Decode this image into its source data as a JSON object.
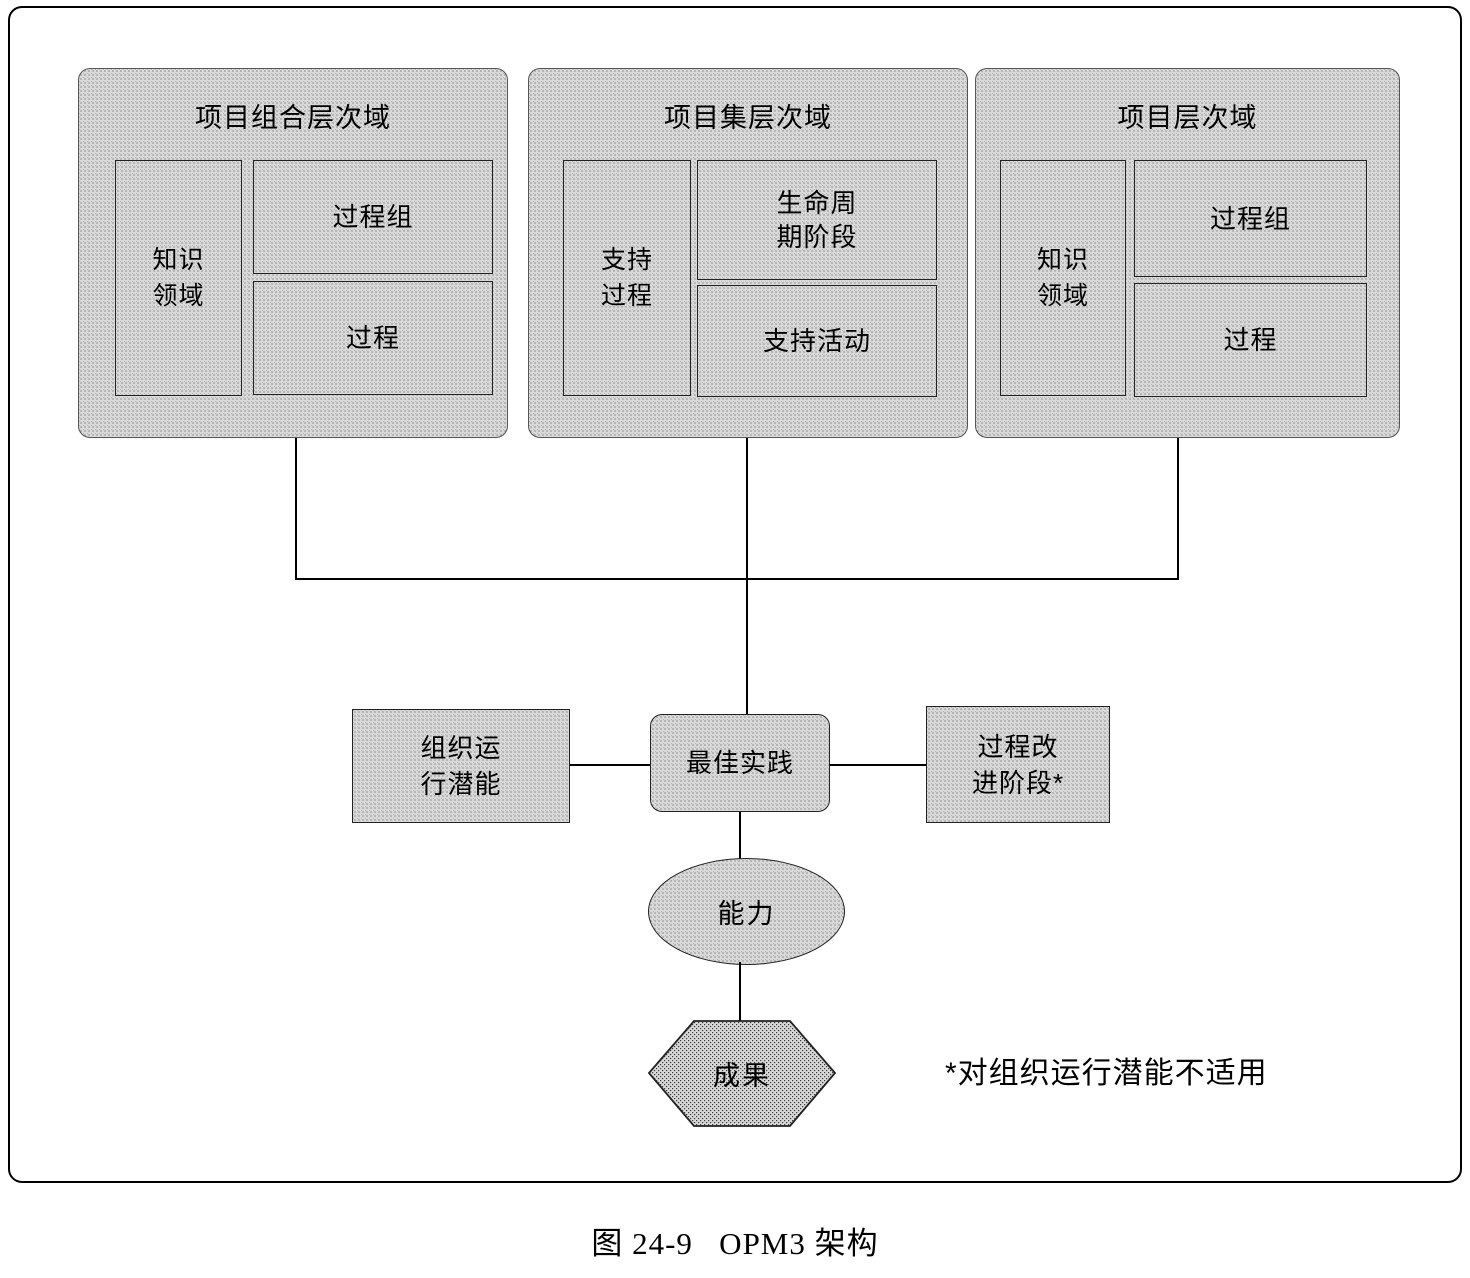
{
  "figure": {
    "caption": "图 24-9   OPM3 架构",
    "footnote": "*对组织运行潜能不适用"
  },
  "colors": {
    "frame_border": "#000000",
    "shape_border": "#222222",
    "shape_fill": "#d9d9d9",
    "connector": "#000000",
    "text": "#000000"
  },
  "domains": [
    {
      "title": "项目组合层次域",
      "left_box": "知识\n领域",
      "right_top_box": "过程组",
      "right_bottom_box": "过程"
    },
    {
      "title": "项目集层次域",
      "left_box": "支持\n过程",
      "right_top_box": "生命周\n期阶段",
      "right_bottom_box": "支持活动"
    },
    {
      "title": "项目层次域",
      "left_box": "知识\n领域",
      "right_top_box": "过程组",
      "right_bottom_box": "过程"
    }
  ],
  "flow": {
    "left_box": "组织运\n行潜能",
    "center_box": "最佳实践",
    "right_box": "过程改\n进阶段*",
    "ellipse": "能力",
    "hexagon": "成果"
  },
  "chart_data": {
    "type": "diagram",
    "title": "图 24-9   OPM3 架构",
    "nodes": [
      {
        "id": "portfolio-domain",
        "label": "项目组合层次域",
        "shape": "rounded-rect",
        "children": [
          "知识领域",
          "过程组",
          "过程"
        ]
      },
      {
        "id": "program-domain",
        "label": "项目集层次域",
        "shape": "rounded-rect",
        "children": [
          "支持过程",
          "生命周期阶段",
          "支持活动"
        ]
      },
      {
        "id": "project-domain",
        "label": "项目层次域",
        "shape": "rounded-rect",
        "children": [
          "知识领域",
          "过程组",
          "过程"
        ]
      },
      {
        "id": "org-capability",
        "label": "组织运行潜能",
        "shape": "rect"
      },
      {
        "id": "best-practice",
        "label": "最佳实践",
        "shape": "rounded-rect"
      },
      {
        "id": "process-improvement",
        "label": "过程改进阶段*",
        "shape": "rect"
      },
      {
        "id": "capability",
        "label": "能力",
        "shape": "ellipse"
      },
      {
        "id": "outcome",
        "label": "成果",
        "shape": "hexagon"
      }
    ],
    "edges": [
      {
        "from": "portfolio-domain",
        "to": "best-practice"
      },
      {
        "from": "program-domain",
        "to": "best-practice"
      },
      {
        "from": "project-domain",
        "to": "best-practice"
      },
      {
        "from": "org-capability",
        "to": "best-practice"
      },
      {
        "from": "best-practice",
        "to": "process-improvement"
      },
      {
        "from": "best-practice",
        "to": "capability"
      },
      {
        "from": "capability",
        "to": "outcome"
      }
    ],
    "annotations": [
      "*对组织运行潜能不适用"
    ]
  }
}
